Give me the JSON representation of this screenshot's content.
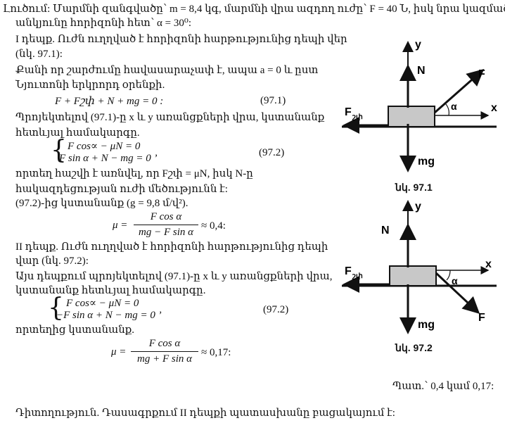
{
  "intro": {
    "line1": "Լուծում: Մարմնի զանգվածը՝ m = 8,4 կգ, մարմնի վրա ազդող ուժը՝ F = 40 Ն, իսկ նրա կազմած",
    "line2": "անկյունը հորիզոնի հետ՝ α = 30⁰:"
  },
  "case1": {
    "l1": "I դեպք. Ուժն ուղղված է հորիզոնի հարթությունից դեպի վեր",
    "l2": "(նկ. 97.1):",
    "l3": "Քանի որ շարժումը հավասարաչափ է, ապա a = 0 և ըստ",
    "l4": "Նյուտոնի երկրորդ օրենքի.",
    "eq_main": "F + Fշփ + N + mg = 0 :",
    "eq_main_num": "(97.1)",
    "l5": "Պրոյեկտելով (97.1)-ը x և y առանցքների վրա, կստանանք",
    "l6": "հետևյալ համակարգը.",
    "sys1": "F cos∝ − μN = 0",
    "sys2": "F sin α + N − mg = 0 ’",
    "sys_num": "(97.2)",
    "l7": "որտեղ հաշվի է առնվել, որ Fշփ = μN, իսկ N-ը",
    "l8": "հակազդեցության ուժի մեծությունն է:",
    "l9": "(97.2)-ից կստանանք (g = 9,8 մ/վ²).",
    "mu_lhs": "μ =",
    "mu_num": "F cos α",
    "mu_den": "mg − F sin α",
    "mu_res": "≈ 0,4:"
  },
  "case2": {
    "l1": "II դեպք. Ուժն ուղղված է հորիզոնի հարթությունից դեպի",
    "l2": "վար (նկ. 97.2):",
    "l3": "Այս դեպքում պրոյեկտելով (97.1)-ը x և y առանցքների վրա,",
    "l4": "կստանանք հետևյալ համակարգը.",
    "sys1": "F cos∝ − μN = 0",
    "sys2": "−F sin α + N − mg = 0 ’",
    "sys_num": "(97.2)",
    "l5": "որտեղից կստանանք.",
    "mu_lhs": "μ =",
    "mu_num": "F cos α",
    "mu_den": "mg + F sin α",
    "mu_res": "≈ 0,17:"
  },
  "figure1": {
    "caption": "նկ. 97.1",
    "y": "y",
    "x": "x",
    "N": "N",
    "F": "F",
    "Ffr": "F",
    "Ffr_sub": "շփ",
    "mg": "mg",
    "alpha": "α"
  },
  "figure2": {
    "caption": "նկ. 97.2",
    "y": "y",
    "x": "x",
    "N": "N",
    "F": "F",
    "Ffr": "F",
    "Ffr_sub": "շփ",
    "mg": "mg",
    "alpha": "α"
  },
  "answer": "Պատ.՝ 0,4 կամ 0,17:",
  "discussion": "Դիտողություն. Դասագրքում II դեպքի պատասխանը բացակայում է:"
}
